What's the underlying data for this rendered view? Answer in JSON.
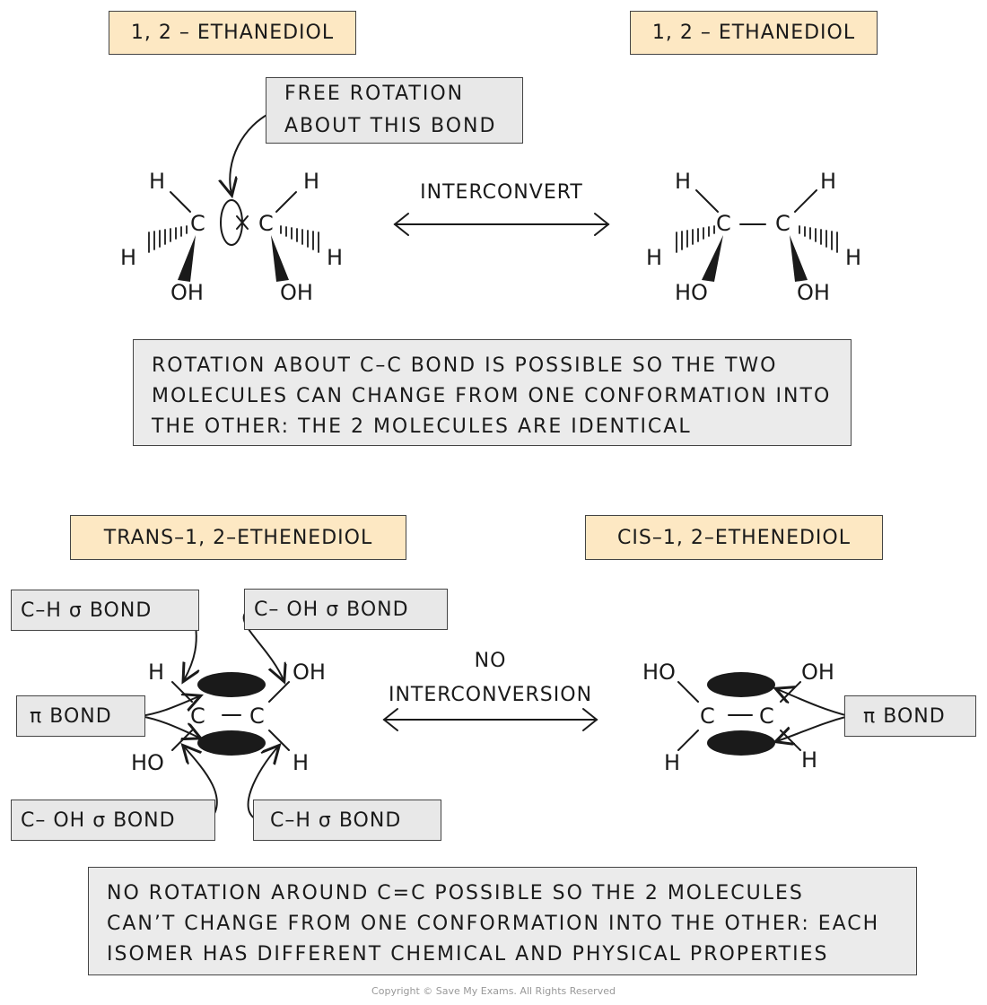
{
  "top": {
    "left_title": "1, 2 – ETHANEDIOL",
    "right_title": "1, 2 – ETHANEDIOL",
    "rotation_note": [
      "FREE  ROTATION",
      "ABOUT  THIS  BOND"
    ],
    "arrow_label": "INTERCONVERT",
    "explanation": [
      "ROTATION  ABOUT  C–C  BOND  IS  POSSIBLE  SO  THE  TWO",
      "MOLECULES  CAN  CHANGE  FROM  ONE  CONFORMATION  INTO",
      "THE  OTHER:  THE  2  MOLECULES  ARE  IDENTICAL"
    ],
    "atoms": {
      "H": "H",
      "C": "C",
      "OH": "OH",
      "HO": "HO"
    }
  },
  "bottom": {
    "left_title": "TRANS–1, 2–ETHENEDIOL",
    "right_title": "CIS–1, 2–ETHENEDIOL",
    "arrow_label": [
      "NO",
      "INTERCONVERSION"
    ],
    "tags": {
      "ch_sigma_top": "C–H  σ  BOND",
      "coh_sigma_top": "C– OH  σ  BOND",
      "pi_left": "π  BOND",
      "coh_sigma_bottom": "C– OH  σ  BOND",
      "ch_sigma_bottom": "C–H  σ  BOND",
      "pi_right": "π  BOND"
    },
    "explanation": [
      "NO  ROTATION  AROUND  C=C  POSSIBLE  SO  THE  2  MOLECULES",
      "CAN’T  CHANGE  FROM  ONE  CONFORMATION  INTO  THE  OTHER:  EACH",
      "ISOMER  HAS  DIFFERENT  CHEMICAL  AND  PHYSICAL  PROPERTIES"
    ],
    "atoms": {
      "H": "H",
      "C": "C",
      "OH": "OH",
      "HO": "HO"
    }
  },
  "footer": {
    "copyright": "Copyright © Save My Exams. All Rights Reserved"
  },
  "colors": {
    "title_fill": "#fde8c3",
    "note_fill": "#ebebeb",
    "ink": "#1a1a1a"
  }
}
